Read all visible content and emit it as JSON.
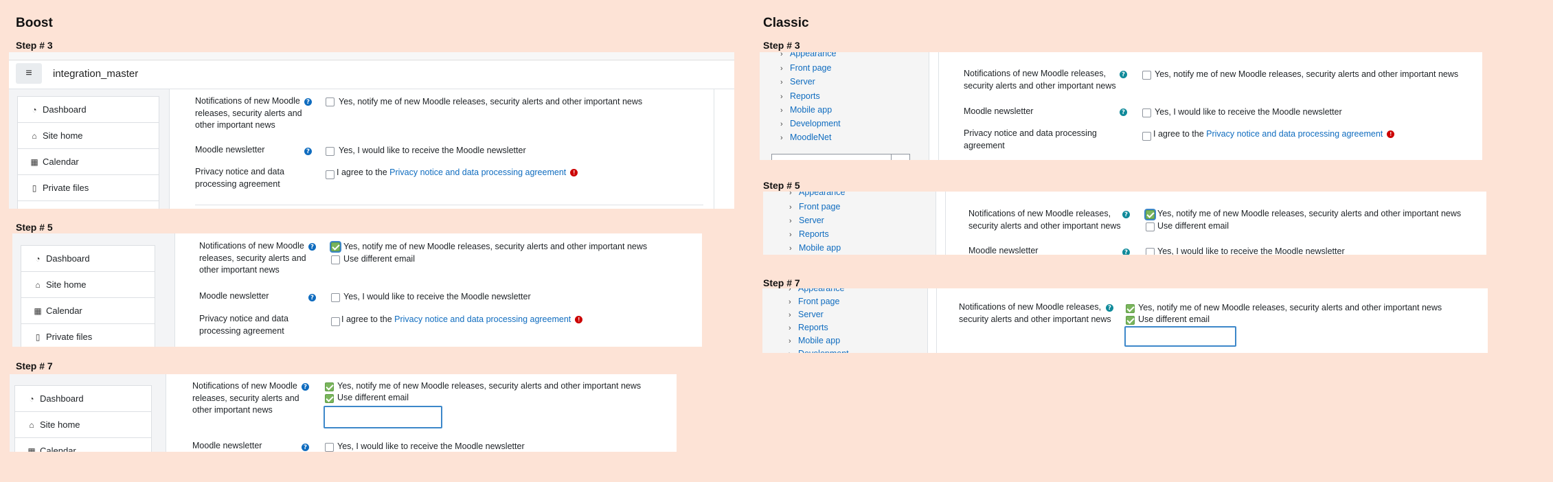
{
  "columns": {
    "boost": "Boost",
    "classic": "Classic"
  },
  "steps": {
    "s3": "Step # 3",
    "s5": "Step # 5",
    "s7": "Step # 7"
  },
  "header": {
    "site_name": "integration_master",
    "menu_icon": "hamburger-icon"
  },
  "nav": {
    "dashboard": "Dashboard",
    "site_home": "Site home",
    "calendar": "Calendar",
    "private_files": "Private files"
  },
  "tree": {
    "appearance": "Appearance",
    "front_page": "Front page",
    "server": "Server",
    "reports": "Reports",
    "mobile_app": "Mobile app",
    "development": "Development",
    "moodlenet": "MoodleNet"
  },
  "form": {
    "notif_label": "Notifications of new Moodle releases, security alerts and other important news",
    "notif_line1": "Notifications of new Moodle",
    "notif_line2": "releases, security alerts and",
    "notif_line3": "other important news",
    "notif_c_line1": "Notifications of new Moodle releases,",
    "notif_c_line2": "security alerts and other important news",
    "notif_option": "Yes, notify me of new Moodle releases, security alerts and other important news",
    "different_email": "Use different email",
    "newsletter_label": "Moodle newsletter",
    "newsletter_option": "Yes, I would like to receive the Moodle newsletter",
    "privacy_line1": "Privacy notice and data",
    "privacy_line2": "processing agreement",
    "privacy_c_line1": "Privacy notice and data processing",
    "privacy_c_line2": "agreement",
    "privacy_prefix": "I agree to the",
    "privacy_link": "Privacy notice and data processing agreement",
    "help_glyph": "?",
    "error_glyph": "!"
  }
}
